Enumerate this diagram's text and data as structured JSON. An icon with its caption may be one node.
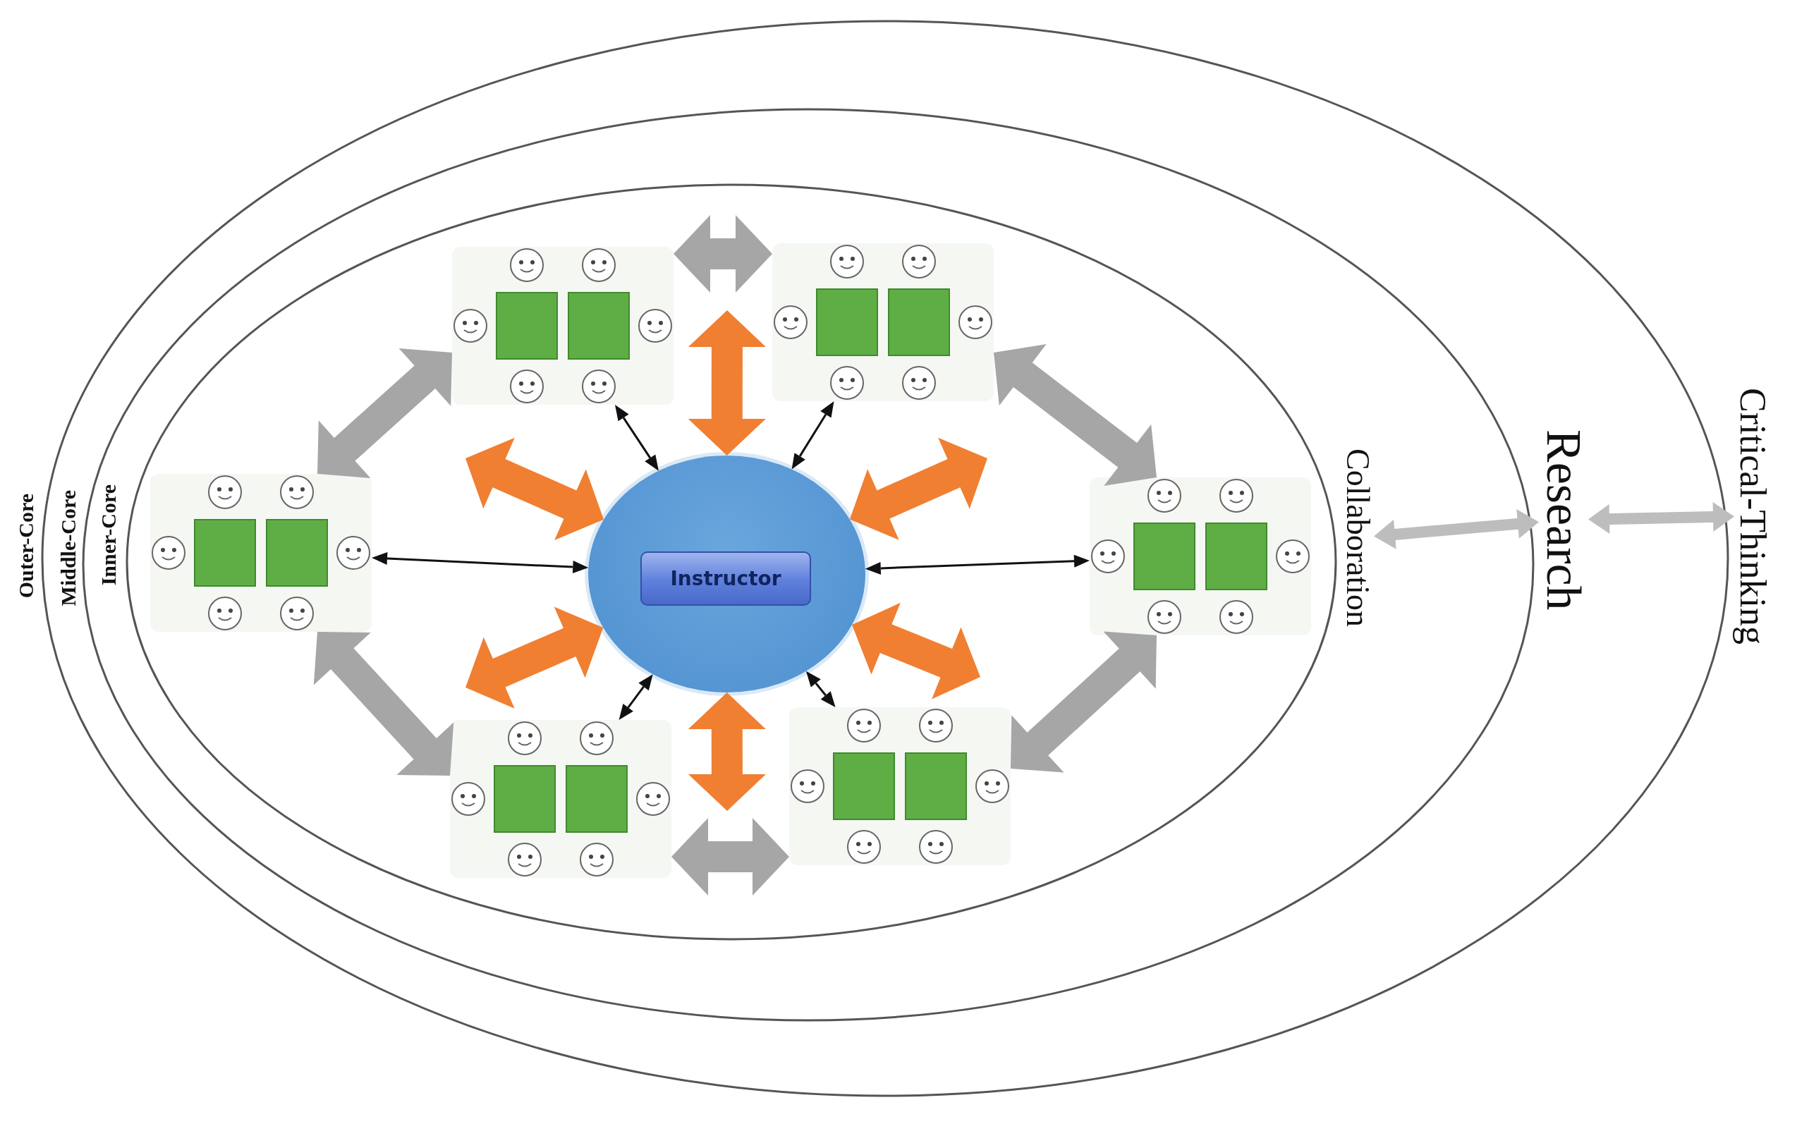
{
  "diagram": {
    "nodes": [
      {
        "text": [
          "Outer-Core"
        ]
      },
      {
        "text": [
          "Middle-Core"
        ],
        "in": 0
      },
      {
        "text": [
          "Inner-Core"
        ],
        "in": 1
      },
      {
        "text": [],
        "shape": "circle",
        "in": 2
      },
      {
        "text": [
          "Instructor"
        ],
        "in": 3
      },
      {
        "text": [],
        "shape": "box",
        "in": 2
      },
      {
        "text": [],
        "shape": "box",
        "in": 2
      },
      {
        "text": [],
        "shape": "box",
        "in": 2
      },
      {
        "text": [],
        "shape": "box",
        "in": 2
      },
      {
        "text": [],
        "shape": "box",
        "in": 2
      },
      {
        "text": [],
        "shape": "box",
        "in": 2
      },
      {
        "text": [
          "Collaboration"
        ],
        "in": 1
      },
      {
        "text": [
          "Research"
        ],
        "in": 0
      },
      {
        "text": [
          "Critical-Thinking"
        ]
      }
    ],
    "edges": [
      {
        "from": 5,
        "to": 3,
        "arrow": "both"
      },
      {
        "from": 6,
        "to": 3,
        "arrow": "both"
      },
      {
        "from": 7,
        "to": 3,
        "arrow": "both"
      },
      {
        "from": 8,
        "to": 3,
        "arrow": "both"
      },
      {
        "from": 9,
        "to": 3,
        "arrow": "both"
      },
      {
        "from": 10,
        "to": 3,
        "arrow": "both"
      },
      {
        "from": 3,
        "to": null,
        "arrow": "both",
        "style": "thick",
        "color": "#f07f32"
      },
      {
        "from": 3,
        "to": null,
        "arrow": "both",
        "style": "thick",
        "color": "#f07f32"
      },
      {
        "from": 3,
        "to": null,
        "arrow": "both",
        "style": "thick",
        "color": "#f07f32"
      },
      {
        "from": 3,
        "to": null,
        "arrow": "both",
        "style": "thick",
        "color": "#f07f32"
      },
      {
        "from": 3,
        "to": null,
        "arrow": "both",
        "style": "thick",
        "color": "#f07f32"
      },
      {
        "from": 3,
        "to": null,
        "arrow": "both",
        "style": "thick",
        "color": "#f07f32"
      },
      {
        "from": 5,
        "to": 6,
        "arrow": "both",
        "style": "thick",
        "color": "#a6a6a6"
      },
      {
        "from": 7,
        "to": 5,
        "arrow": "both",
        "style": "thick",
        "color": "#a6a6a6"
      },
      {
        "from": 6,
        "to": 8,
        "arrow": "both",
        "style": "thick",
        "color": "#a6a6a6"
      },
      {
        "from": 7,
        "to": 9,
        "arrow": "both",
        "style": "thick",
        "color": "#a6a6a6"
      },
      {
        "from": 8,
        "to": 10,
        "arrow": "both",
        "style": "thick",
        "color": "#a6a6a6"
      },
      {
        "from": 9,
        "to": 10,
        "arrow": "both",
        "style": "thick",
        "color": "#a6a6a6"
      },
      {
        "from": 11,
        "to": 12,
        "arrow": "both",
        "style": "thick",
        "color": "#bdbdbd"
      },
      {
        "from": 12,
        "to": 13,
        "arrow": "both",
        "style": "thick",
        "color": "#bdbdbd"
      }
    ]
  }
}
